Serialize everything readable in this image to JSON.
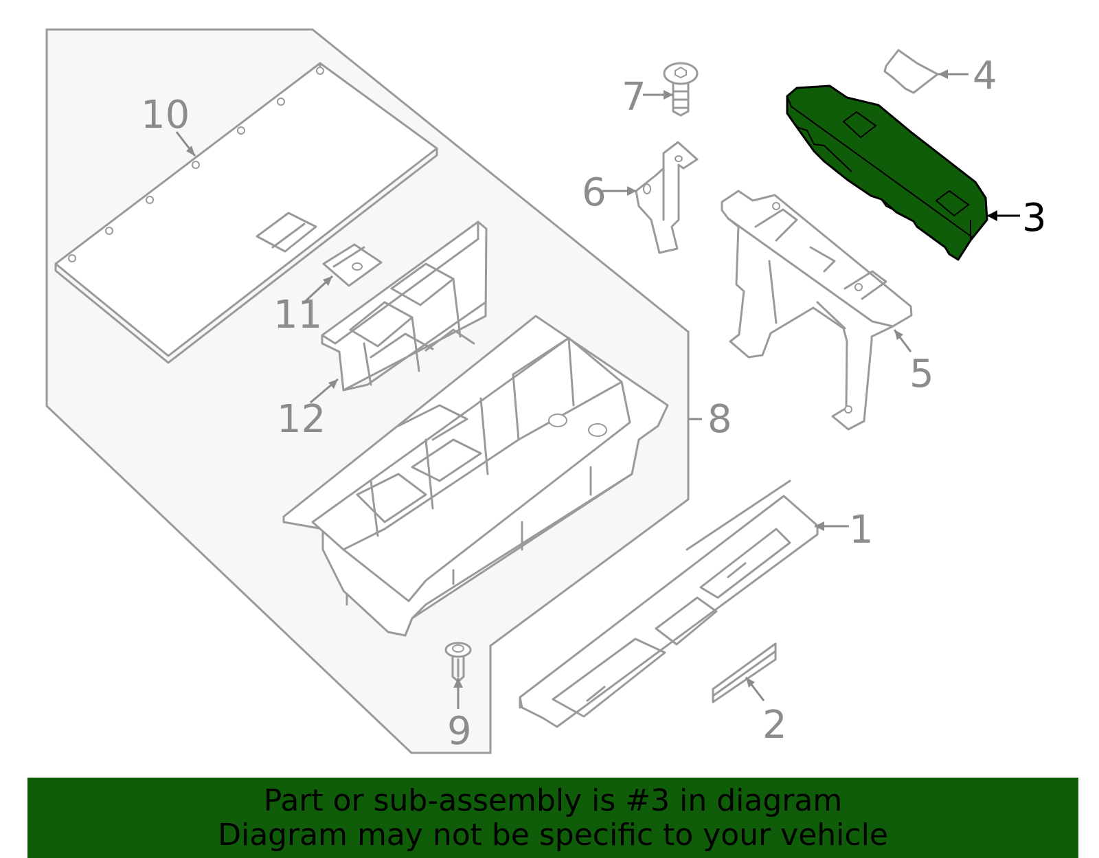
{
  "colors": {
    "highlight": "#0f5d08",
    "line": "#9a9a9a",
    "label": "#8c8c8c",
    "panel": "#f7f7f7",
    "selected_label": "#000000"
  },
  "callouts": [
    {
      "id": "1",
      "label": "1"
    },
    {
      "id": "2",
      "label": "2"
    },
    {
      "id": "3",
      "label": "3",
      "highlighted": true
    },
    {
      "id": "4",
      "label": "4"
    },
    {
      "id": "5",
      "label": "5"
    },
    {
      "id": "6",
      "label": "6"
    },
    {
      "id": "7",
      "label": "7"
    },
    {
      "id": "8",
      "label": "8"
    },
    {
      "id": "9",
      "label": "9"
    },
    {
      "id": "10",
      "label": "10"
    },
    {
      "id": "11",
      "label": "11"
    },
    {
      "id": "12",
      "label": "12"
    }
  ],
  "banner": {
    "line1": "Part or sub-assembly is #3 in diagram",
    "line2": "Diagram may not be specific to your vehicle"
  }
}
